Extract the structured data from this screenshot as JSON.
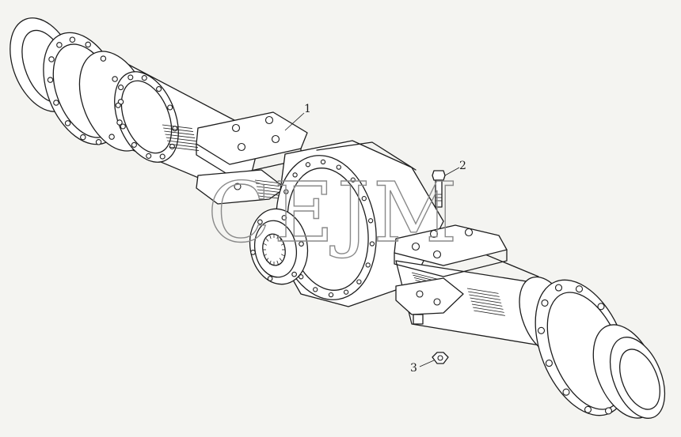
{
  "watermark": "CEJM",
  "callouts": [
    {
      "label": "1"
    },
    {
      "label": "2"
    },
    {
      "label": "3"
    }
  ],
  "colors": {
    "background": "#f4f4f1",
    "line": "#1d1d1d",
    "watermark": "#8a8a8a"
  }
}
